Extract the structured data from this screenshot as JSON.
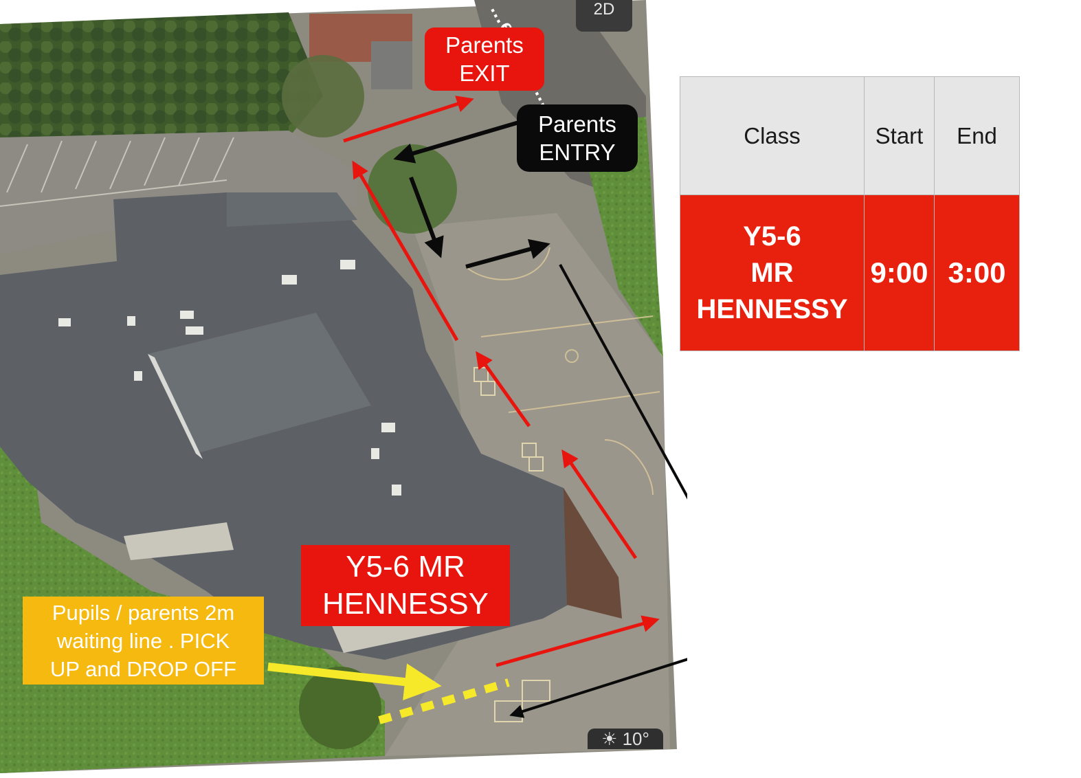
{
  "map": {
    "view_toggle": "2D",
    "weather": "☀ 10°",
    "street_name": "…es Cent…",
    "exit_label": "Parents\nEXIT",
    "entry_label": "Parents\nENTRY",
    "class_label": "Y5-6 MR\nHENNESSY",
    "waiting_label": "Pupils / parents 2m\nwaiting line . PICK\nUP and DROP OFF",
    "colors": {
      "exit_route": "#e8150f",
      "entry_route": "#0a0a0a",
      "waiting_line": "#f5e92a",
      "class_badge": "#e8150f",
      "waiting_badge": "#f5b90f"
    }
  },
  "timetable": {
    "headers": [
      "Class",
      "Start",
      "End"
    ],
    "rows": [
      {
        "class": "Y5-6\nMR\nHENNESSY",
        "start": "9:00",
        "end": "3:00"
      }
    ]
  }
}
